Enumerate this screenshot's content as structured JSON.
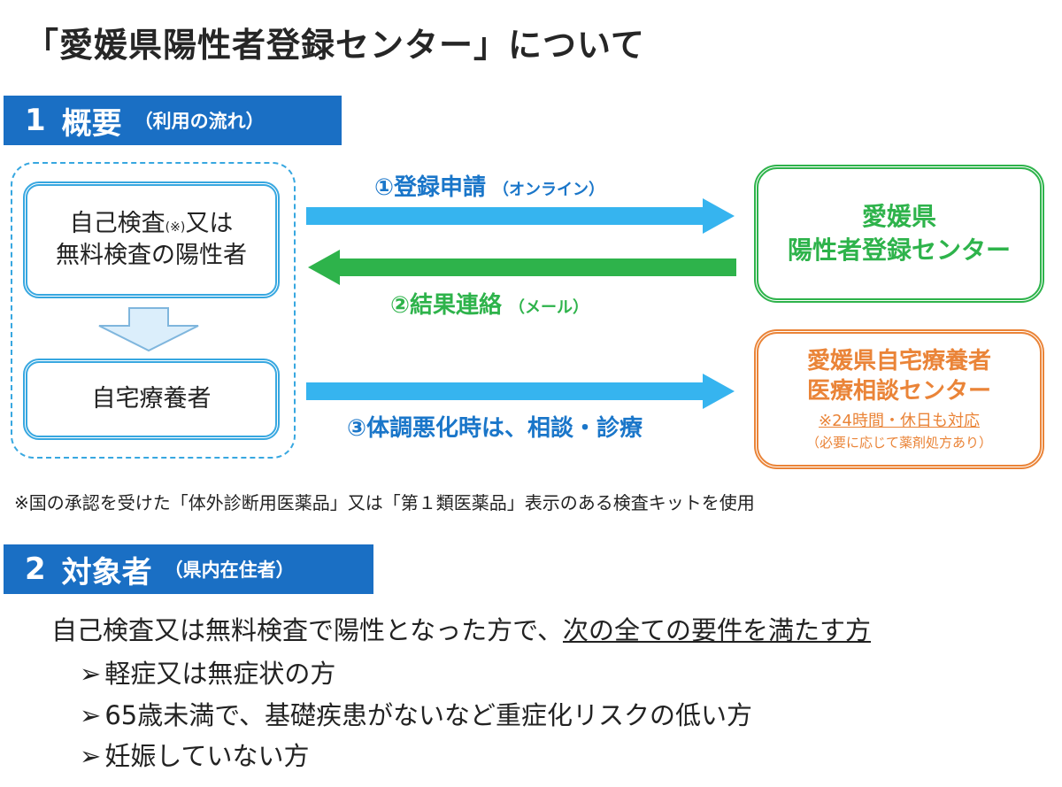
{
  "title": "「愛媛県陽性者登録センター」について",
  "section1": {
    "number": "1",
    "name": "概要",
    "sub": "（利用の流れ）"
  },
  "patient_box": {
    "line1_a": "自己検査",
    "line1_mark": "(※)",
    "line1_b": "又は",
    "line2": "無料検査の陽性者"
  },
  "home_box": {
    "label": "自宅療養者"
  },
  "center_box": {
    "line1": "愛媛県",
    "line2": "陽性者登録センター"
  },
  "medical_box": {
    "line1": "愛媛県自宅療養者",
    "line2": "医療相談センター",
    "note1": "※24時間・休日も対応",
    "note2": "（必要に応じて薬剤処方あり）"
  },
  "flows": [
    {
      "label": "①登録申請",
      "paren": "（オンライン）",
      "color": "#36b4ef"
    },
    {
      "label": "②結果連絡",
      "paren": "（メール）",
      "color": "#2eb34b"
    },
    {
      "label": "③体調悪化時は、相談・診療",
      "paren": "",
      "color": "#36b4ef"
    }
  ],
  "footnote": "※国の承認を受けた「体外診断用医薬品」又は「第１類医薬品」表示のある検査キットを使用",
  "section2": {
    "number": "2",
    "name": "対象者",
    "sub": "（県内在住者）"
  },
  "requirements": {
    "lead": "自己検査又は無料検査で陽性となった方で、",
    "lead_underlined": "次の全ての要件を満たす方",
    "bullet": "➢",
    "items": [
      "軽症又は無症状の方",
      "65歳未満で、基礎疾患がないなど重症化リスクの低い方",
      "妊娠していない方"
    ]
  },
  "colors": {
    "accent_blue": "#1a6fc4",
    "light_blue": "#36b4ef",
    "green": "#2eb34b",
    "orange": "#ea8438"
  }
}
